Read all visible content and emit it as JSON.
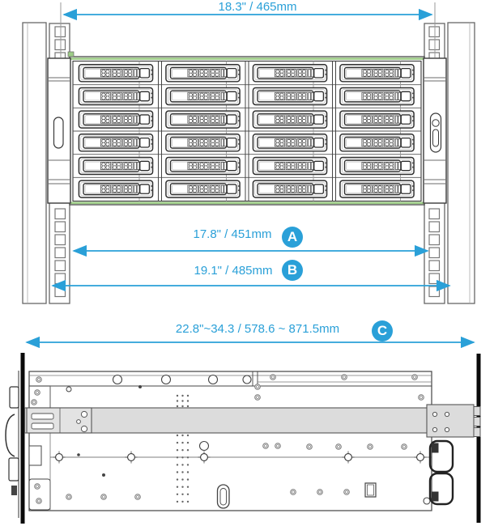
{
  "front_view": {
    "bays": {
      "rows": 6,
      "cols": 4,
      "total": 24
    },
    "dimensions": {
      "top": {
        "label": "18.3\" / 465mm"
      },
      "a": {
        "label": "17.8\" / 451mm",
        "badge": "A"
      },
      "b": {
        "label": "19.1\" / 485mm",
        "badge": "B"
      }
    }
  },
  "side_view": {
    "dimensions": {
      "c": {
        "label": "22.8\"~34.3  /  578.6 ~ 871.5mm",
        "badge": "C"
      }
    }
  },
  "colors": {
    "accent_blue": "#2aa0d8",
    "line_dark": "#3a3a3a",
    "rail_gray": "#dcdcdc",
    "bezel_green": "#9dcc87"
  }
}
